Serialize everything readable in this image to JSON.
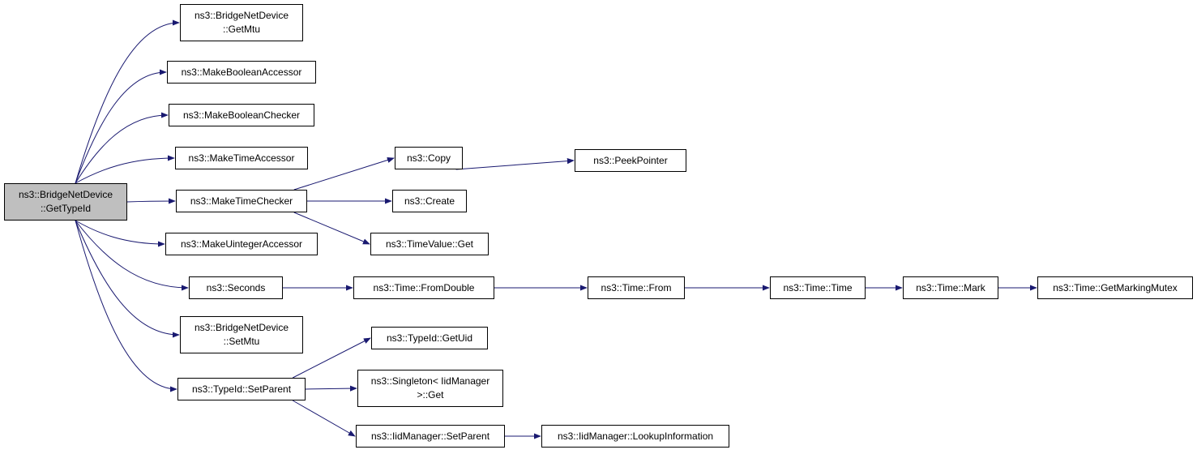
{
  "colors": {
    "edge": "#191970",
    "root_fill": "#bfbfbf",
    "node_fill": "#ffffff",
    "border": "#000000"
  },
  "nodes": {
    "root": [
      "ns3::BridgeNetDevice",
      "::GetTypeId"
    ],
    "getmtu": [
      "ns3::BridgeNetDevice",
      "::GetMtu"
    ],
    "mkboolacc": [
      "ns3::MakeBooleanAccessor"
    ],
    "mkboolchk": [
      "ns3::MakeBooleanChecker"
    ],
    "mktimeacc": [
      "ns3::MakeTimeAccessor"
    ],
    "mktimechk": [
      "ns3::MakeTimeChecker"
    ],
    "mkuintacc": [
      "ns3::MakeUintegerAccessor"
    ],
    "seconds": [
      "ns3::Seconds"
    ],
    "setmtu": [
      "ns3::BridgeNetDevice",
      "::SetMtu"
    ],
    "setparent": [
      "ns3::TypeId::SetParent"
    ],
    "copy": [
      "ns3::Copy"
    ],
    "peek": [
      "ns3::PeekPointer"
    ],
    "create": [
      "ns3::Create"
    ],
    "tvget": [
      "ns3::TimeValue::Get"
    ],
    "fromdouble": [
      "ns3::Time::FromDouble"
    ],
    "from": [
      "ns3::Time::From"
    ],
    "timetime": [
      "ns3::Time::Time"
    ],
    "mark": [
      "ns3::Time::Mark"
    ],
    "mutex": [
      "ns3::Time::GetMarkingMutex"
    ],
    "getuid": [
      "ns3::TypeId::GetUid"
    ],
    "singleton": [
      "ns3::Singleton< IidManager",
      ">::Get"
    ],
    "iidsetparent": [
      "ns3::IidManager::SetParent"
    ],
    "lookup": [
      "ns3::IidManager::LookupInformation"
    ]
  },
  "edges": [
    [
      "root",
      "getmtu"
    ],
    [
      "root",
      "mkboolacc"
    ],
    [
      "root",
      "mkboolchk"
    ],
    [
      "root",
      "mktimeacc"
    ],
    [
      "root",
      "mktimechk"
    ],
    [
      "root",
      "mkuintacc"
    ],
    [
      "root",
      "seconds"
    ],
    [
      "root",
      "setmtu"
    ],
    [
      "root",
      "setparent"
    ],
    [
      "mktimechk",
      "copy"
    ],
    [
      "mktimechk",
      "create"
    ],
    [
      "mktimechk",
      "tvget"
    ],
    [
      "copy",
      "peek"
    ],
    [
      "seconds",
      "fromdouble"
    ],
    [
      "fromdouble",
      "from"
    ],
    [
      "from",
      "timetime"
    ],
    [
      "timetime",
      "mark"
    ],
    [
      "mark",
      "mutex"
    ],
    [
      "setparent",
      "getuid"
    ],
    [
      "setparent",
      "singleton"
    ],
    [
      "setparent",
      "iidsetparent"
    ],
    [
      "iidsetparent",
      "lookup"
    ]
  ]
}
